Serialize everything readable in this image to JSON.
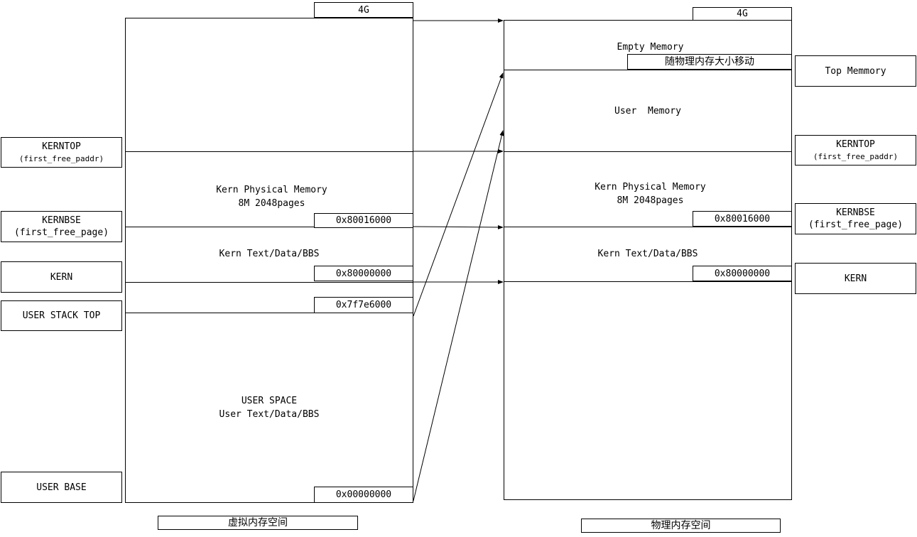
{
  "virtual": {
    "caption": "虚拟内存空间",
    "top_label": "4G",
    "regions": {
      "kern_phys_line1": "Kern Physical Memory",
      "kern_phys_line2": "8M 2048pages",
      "kern_text": "Kern Text/Data/BBS",
      "user_space_line1": "USER SPACE",
      "user_space_line2": "User Text/Data/BBS"
    },
    "addresses": {
      "a1": "0x80016000",
      "a2": "0x80000000",
      "a3": "0x7f7e6000",
      "a4": "0x00000000"
    },
    "left_labels": {
      "kerntop": "KERNTOP",
      "kerntop_sub": "(first_free_paddr)",
      "kernbse": "KERNBSE",
      "kernbse_sub": "(first_free_page)",
      "kern": "KERN",
      "user_stack_top": "USER STACK TOP",
      "user_base": "USER BASE"
    }
  },
  "physical": {
    "caption": "物理内存空间",
    "top_label": "4G",
    "regions": {
      "empty": "Empty Memory",
      "moves": "随物理内存大小移动",
      "user_memory": "User  Memory",
      "kern_phys_line1": "Kern Physical Memory",
      "kern_phys_line2": "8M 2048pages",
      "kern_text": "Kern Text/Data/BBS"
    },
    "addresses": {
      "a1": "0x80016000",
      "a2": "0x80000000"
    },
    "right_labels": {
      "top_memory": "Top Memmory",
      "kerntop": "KERNTOP",
      "kerntop_sub": "(first_free_paddr)",
      "kernbse": "KERNBSE",
      "kernbse_sub": "(first_free_page)",
      "kern": "KERN"
    }
  }
}
